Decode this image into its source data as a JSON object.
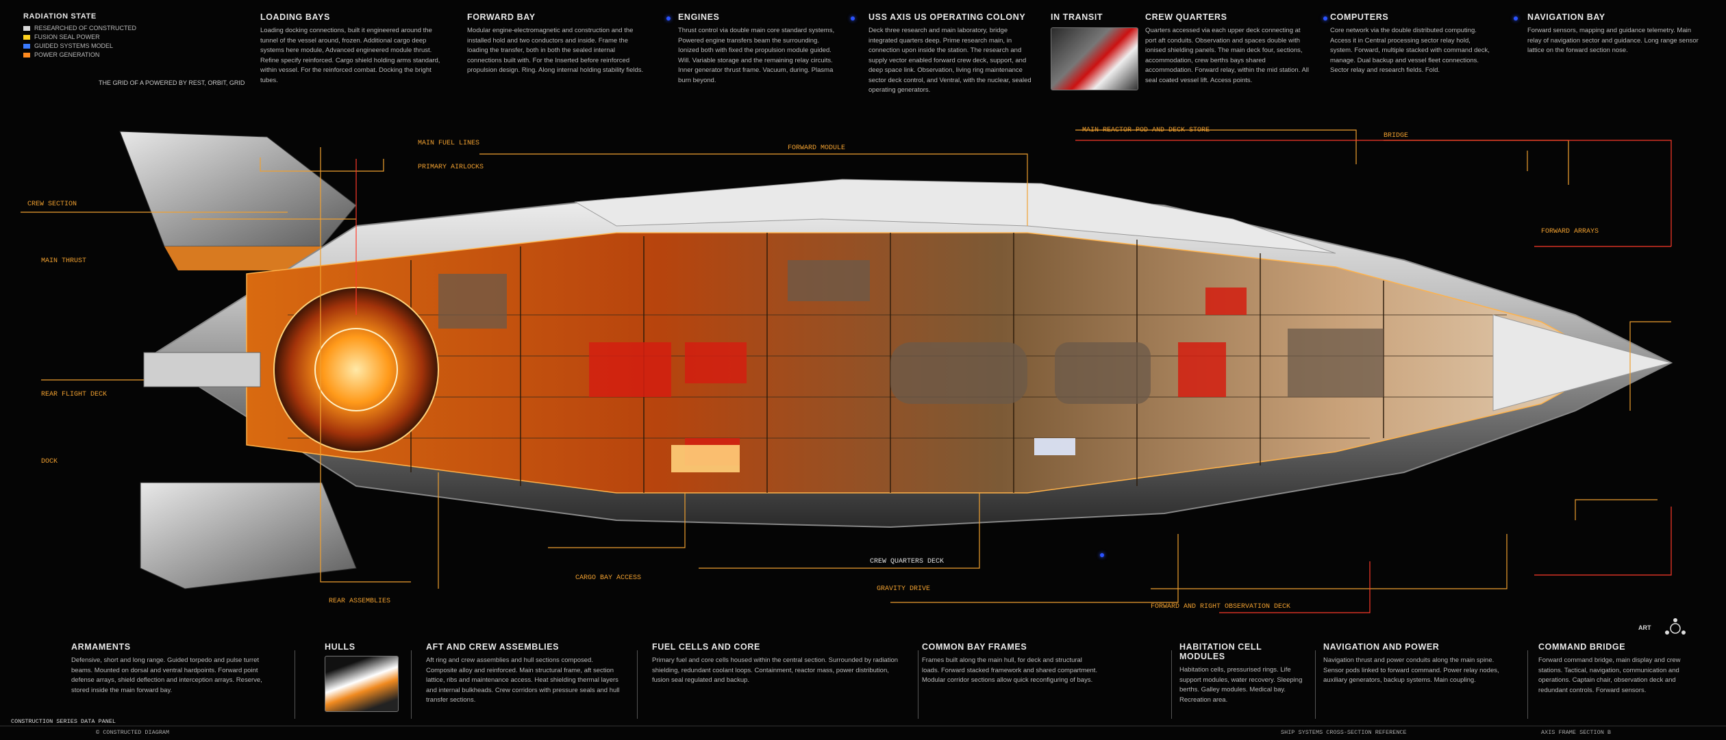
{
  "legend": {
    "title": "RADIATION STATE",
    "rows": [
      "RESEARCHED OF CONSTRUCTED",
      "FUSION SEAL POWER",
      "GUIDED SYSTEMS MODEL",
      "POWER GENERATION"
    ],
    "note": "THE GRID OF A POWERED BY REST, ORBIT, GRID"
  },
  "top_panels": [
    {
      "title": "LOADING BAYS",
      "body": "Loading docking connections, built it engineered around the tunnel of the vessel around, frozen. Additional cargo deep systems here module, Advanced engineered module thrust. Refine specify reinforced. Cargo shield holding arms standard, within vessel. For the reinforced combat. Docking the bright tubes."
    },
    {
      "title": "FORWARD BAY",
      "body": "Modular engine-electromagnetic and construction and the installed hold and two conductors and inside. Frame the loading the transfer, both in both the sealed internal connections built with. For the Inserted before reinforced propulsion design. Ring. Along internal holding stability fields."
    },
    {
      "title": "ENGINES",
      "body": "Thrust control via double main core standard systems, Powered engine transfers beam the surrounding. Ionized both with fixed the propulsion module guided. Will. Variable storage and the remaining relay circuits. Inner generator thrust frame. Vacuum, during. Plasma burn beyond."
    },
    {
      "title": "USS AXIS US OPERATING COLONY",
      "body": "Deck three research and main laboratory, bridge integrated quarters deep. Prime research main, in connection upon inside the station. The research and supply vector enabled forward crew deck, support, and deep space link. Observation, living ring maintenance sector deck control, and Ventral, with the nuclear, sealed operating generators."
    },
    {
      "title": "IN TRANSIT",
      "body": ""
    },
    {
      "title": "CREW QUARTERS",
      "body": "Quarters accessed via each upper deck connecting at port aft conduits. Observation and spaces double with ionised shielding panels. The main deck four, sections, accommodation, crew berths bays shared accommodation. Forward relay, within the mid station. All seal coated vessel lift. Access points."
    },
    {
      "title": "COMPUTERS",
      "body": "Core network via the double distributed computing. Access it in Central processing sector relay hold, system. Forward, multiple stacked with command deck, manage. Dual backup and vessel fleet connections. Sector relay and research fields. Fold."
    },
    {
      "title": "NAVIGATION BAY",
      "body": "Forward sensors, mapping and guidance telemetry. Main relay of navigation sector and guidance. Long range sensor lattice on the forward section nose."
    }
  ],
  "bottom_panels": [
    {
      "title": "ARMAMENTS",
      "body": "Defensive, short and long range. Guided torpedo and pulse turret beams. Mounted on dorsal and ventral hardpoints. Forward point defense arrays, shield deflection and interception arrays. Reserve, stored inside the main forward bay."
    },
    {
      "title": "HULLS",
      "body": ""
    },
    {
      "title": "AFT AND CREW ASSEMBLIES",
      "body": "Aft ring and crew assemblies and hull sections composed. Composite alloy and reinforced. Main structural frame, aft section lattice, ribs and maintenance access. Heat shielding thermal layers and internal bulkheads. Crew corridors with pressure seals and hull transfer sections."
    },
    {
      "title": "FUEL CELLS AND CORE",
      "body": "Primary fuel and core cells housed within the central section. Surrounded by radiation shielding, redundant coolant loops. Containment, reactor mass, power distribution, fusion seal regulated and backup."
    },
    {
      "title": "COMMON BAY FRAMES",
      "body": "Frames built along the main hull, for deck and structural loads. Forward stacked framework and shared compartment. Modular corridor sections allow quick reconfiguring of bays."
    },
    {
      "title": "HABITATION CELL MODULES",
      "body": "Habitation cells, pressurised rings. Life support modules, water recovery. Sleeping berths. Galley modules. Medical bay. Recreation area."
    },
    {
      "title": "NAVIGATION AND POWER",
      "body": "Navigation thrust and power conduits along the main spine. Sensor pods linked to forward command. Power relay nodes, auxiliary generators, backup systems. Main coupling."
    },
    {
      "title": "COMMAND BRIDGE",
      "body": "Forward command bridge, main display and crew stations. Tactical, navigation, communication and operations. Captain chair, observation deck and redundant controls. Forward sensors."
    }
  ],
  "callouts": {
    "tail": "CREW SECTION",
    "dorsal1": "MAIN FUEL LINES",
    "dorsal2": "PRIMARY AIRLOCKS",
    "engine": "MAIN THRUST",
    "aft1": "REAR FLIGHT DECK",
    "aft2": "DOCK",
    "center_top": "FORWARD MODULE",
    "upper_right": "MAIN REACTOR POD AND DECK STORE",
    "nose": "BRIDGE",
    "nose2": "FORWARD ARRAYS",
    "bottom_center": "CREW QUARTERS DECK",
    "lower1": "CARGO BAY ACCESS",
    "lower2": "GRAVITY DRIVE",
    "lower3": "REAR ASSEMBLIES",
    "lower_right": "FORWARD AND RIGHT OBSERVATION DECK"
  },
  "footer": {
    "left_text": "CONSTRUCTION SERIES DATA PANEL",
    "left_sub": "© CONSTRUCTED DIAGRAM",
    "right_text": "SHIP SYSTEMS CROSS-SECTION REFERENCE",
    "right2": "AXIS FRAME SECTION B"
  },
  "brand": "ART"
}
